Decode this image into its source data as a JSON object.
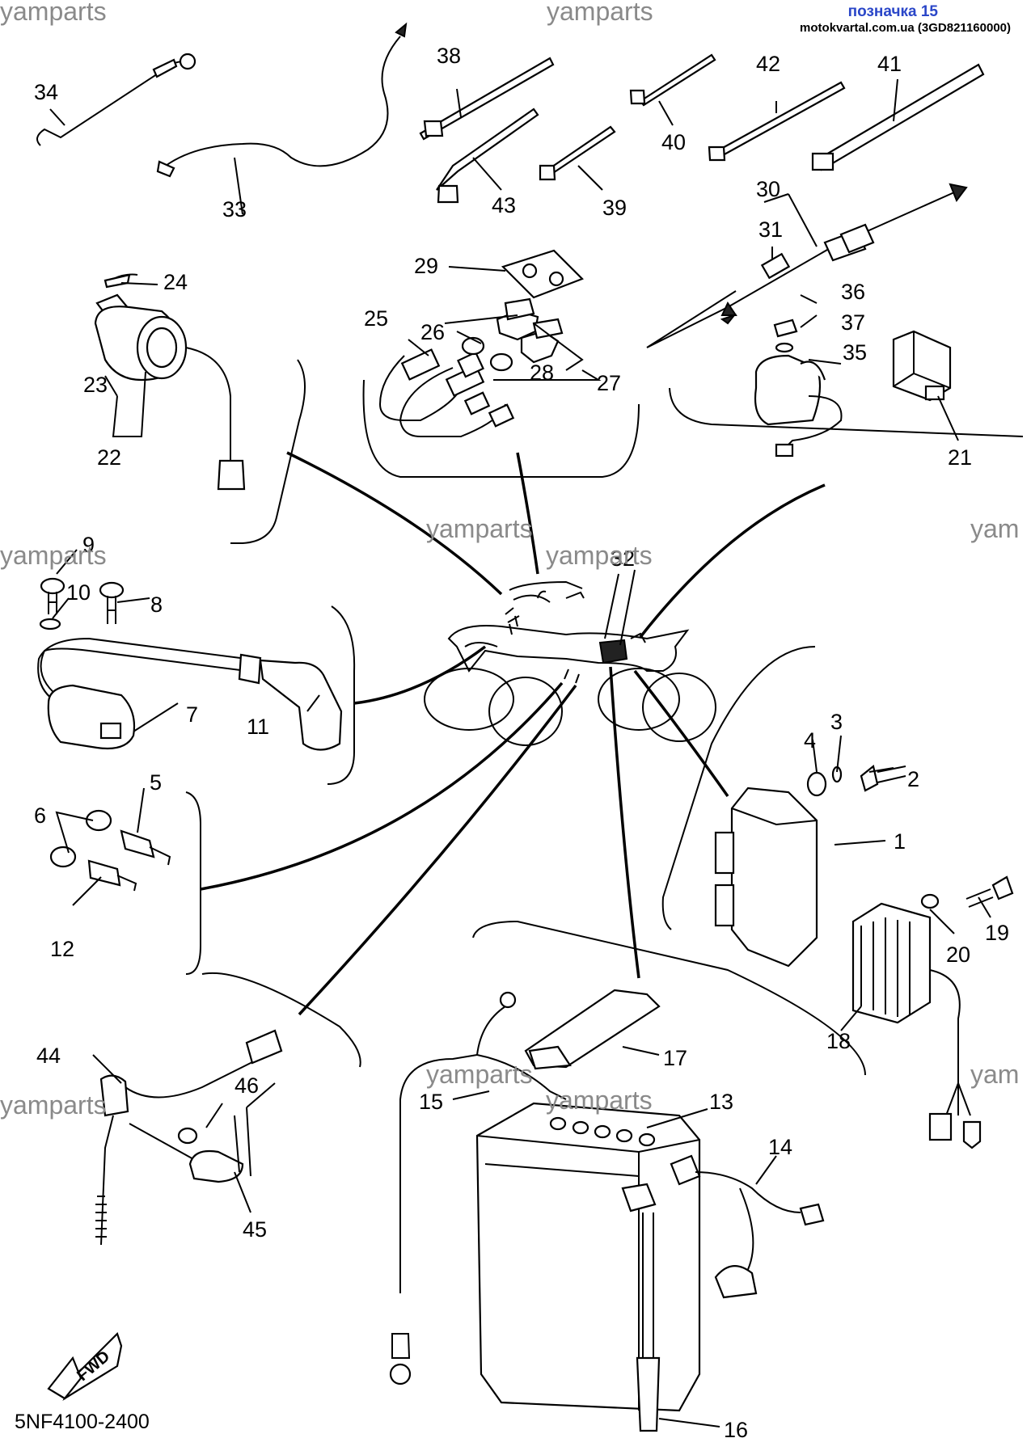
{
  "header": {
    "label": "позначка 15",
    "site": "motokvartal.com.ua (3GD821160000)"
  },
  "watermarks": [
    "yamparts",
    "yamparts",
    "yamparts",
    "yamparts",
    "yamparts",
    "yam",
    "yamparts",
    "yamparts",
    "yamparts",
    "yam"
  ],
  "callouts": [
    "1",
    "2",
    "3",
    "4",
    "5",
    "6",
    "7",
    "8",
    "9",
    "10",
    "11",
    "12",
    "13",
    "14",
    "15",
    "16",
    "17",
    "18",
    "19",
    "20",
    "21",
    "22",
    "23",
    "24",
    "25",
    "26",
    "27",
    "28",
    "29",
    "30",
    "31",
    "32",
    "33",
    "34",
    "35",
    "36",
    "37",
    "38",
    "39",
    "40",
    "41",
    "42",
    "43",
    "44",
    "45",
    "46"
  ],
  "fwd_label": "FWD",
  "part_code": "5NF4100-2400"
}
